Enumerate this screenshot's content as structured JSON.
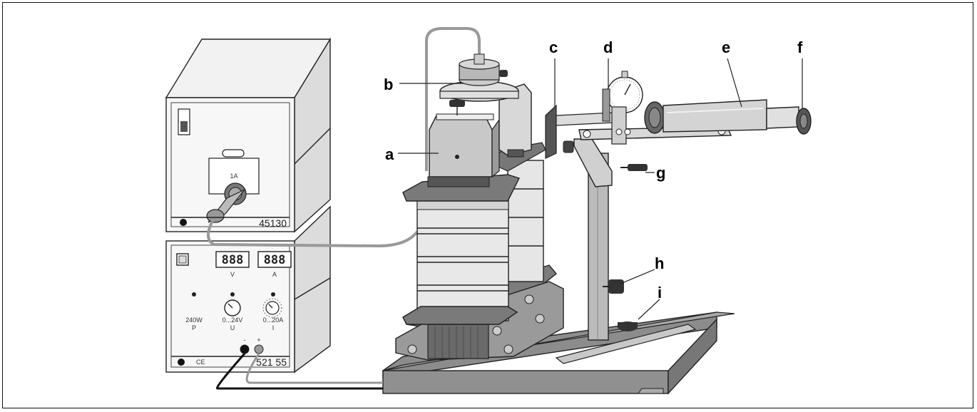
{
  "labels": {
    "a": "a",
    "b": "b",
    "c": "c",
    "d": "d",
    "e": "e",
    "f": "f",
    "g": "g",
    "h": "h",
    "i": "i"
  },
  "upper_unit": {
    "model": "45130",
    "fuse": "1A"
  },
  "lower_unit": {
    "model": "521 55",
    "display_v": "888",
    "display_a": "888",
    "unit_v": "V",
    "unit_a": "A",
    "power": "240W",
    "power_sym": "P",
    "voltage_range": "0...24V",
    "voltage_sym": "U",
    "current_range": "0...20A",
    "current_sym": "I",
    "minus": "-",
    "plus": "+",
    "ce_mark": "CE"
  },
  "colors": {
    "line": "#222222",
    "light_fill": "#eeeeee",
    "mid_fill": "#d0d0d0",
    "dark_fill": "#8c8c8c",
    "cable_gray": "#999999",
    "cable_black": "#111111"
  }
}
